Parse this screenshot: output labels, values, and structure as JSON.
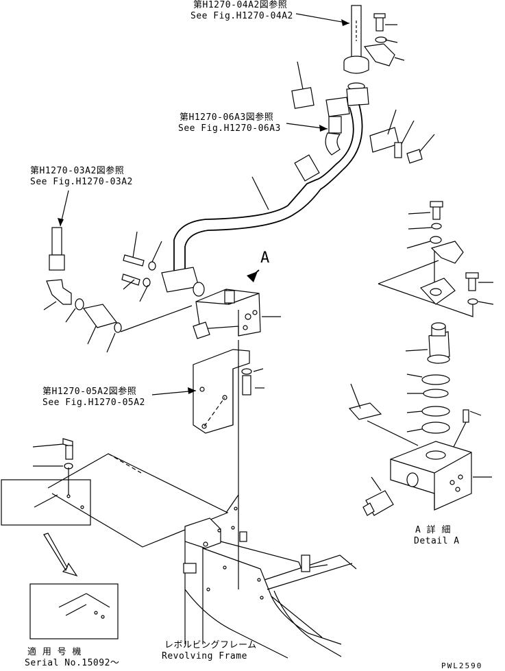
{
  "refs": {
    "r1_ja": "第H1270-04A2図参照",
    "r1_en": "See Fig.H1270-04A2",
    "r2_ja": "第H1270-06A3図参照",
    "r2_en": "See Fig.H1270-06A3",
    "r3_ja": "第H1270-03A2図参照",
    "r3_en": "See Fig.H1270-03A2",
    "r4_ja": "第H1270-05A2図参照",
    "r4_en": "See Fig.H1270-05A2"
  },
  "view_marker": "A",
  "detail": {
    "ja": "A 詳 細",
    "en": "Detail A"
  },
  "frame": {
    "ja": "レボルビングフレーム",
    "en": "Revolving Frame"
  },
  "serial": {
    "ja": "適 用 号 機",
    "en": "Serial No.15092～"
  },
  "drawing_code": "PWL2590"
}
